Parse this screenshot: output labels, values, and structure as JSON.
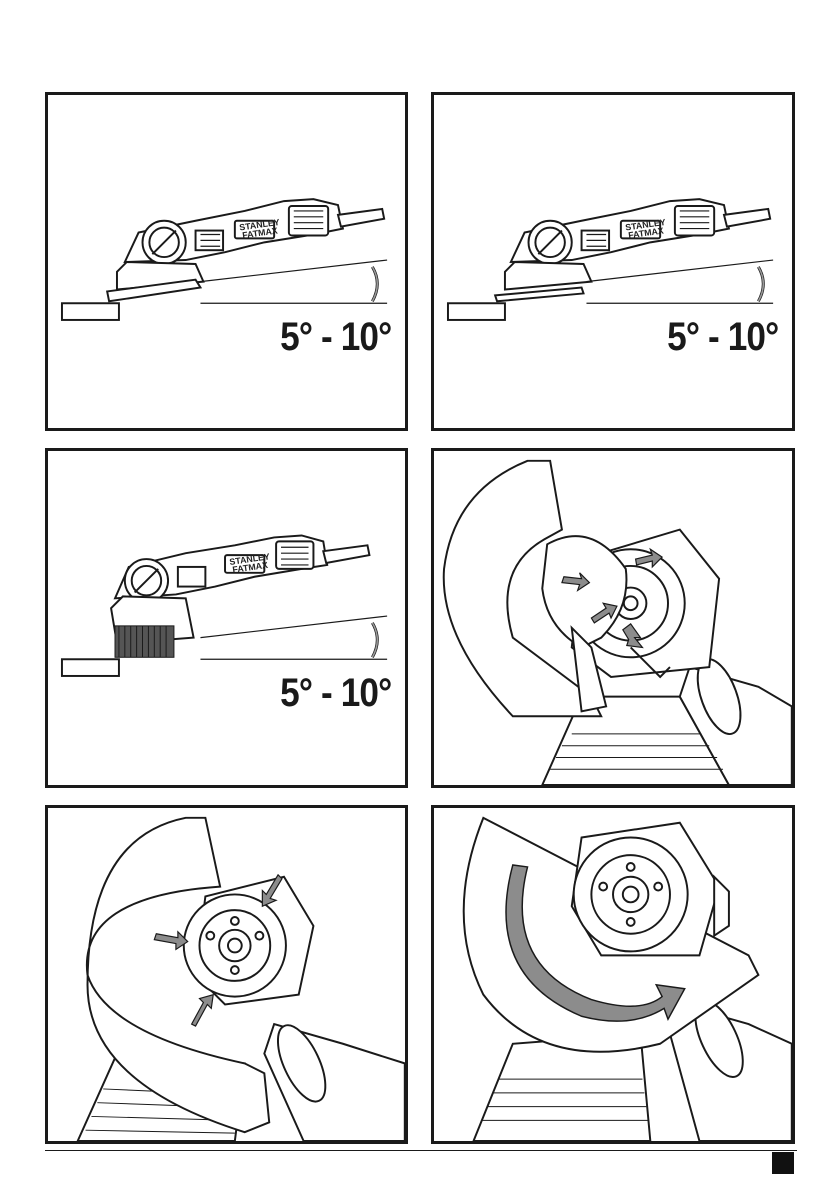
{
  "figures": [
    {
      "id": "fig-a",
      "angle_text": "5° - 10°",
      "brand_top": "STANLEY",
      "brand_bottom": "FATMAX"
    },
    {
      "id": "fig-b",
      "angle_text": "5° - 10°",
      "brand_top": "STANLEY",
      "brand_bottom": "FATMAX"
    },
    {
      "id": "fig-c",
      "angle_text": "5° - 10°",
      "brand_top": "STANLEY",
      "brand_bottom": "FATMAX"
    },
    {
      "id": "fig-d"
    },
    {
      "id": "fig-e"
    },
    {
      "id": "fig-f"
    }
  ],
  "colors": {
    "line": "#1a1a1a",
    "arrow_fill": "#8c8c8c",
    "page_marker": "#111111"
  },
  "icons": [
    "angle-arc-arrow-icon",
    "rotation-arrow-icon",
    "mount-arrow-icon"
  ]
}
